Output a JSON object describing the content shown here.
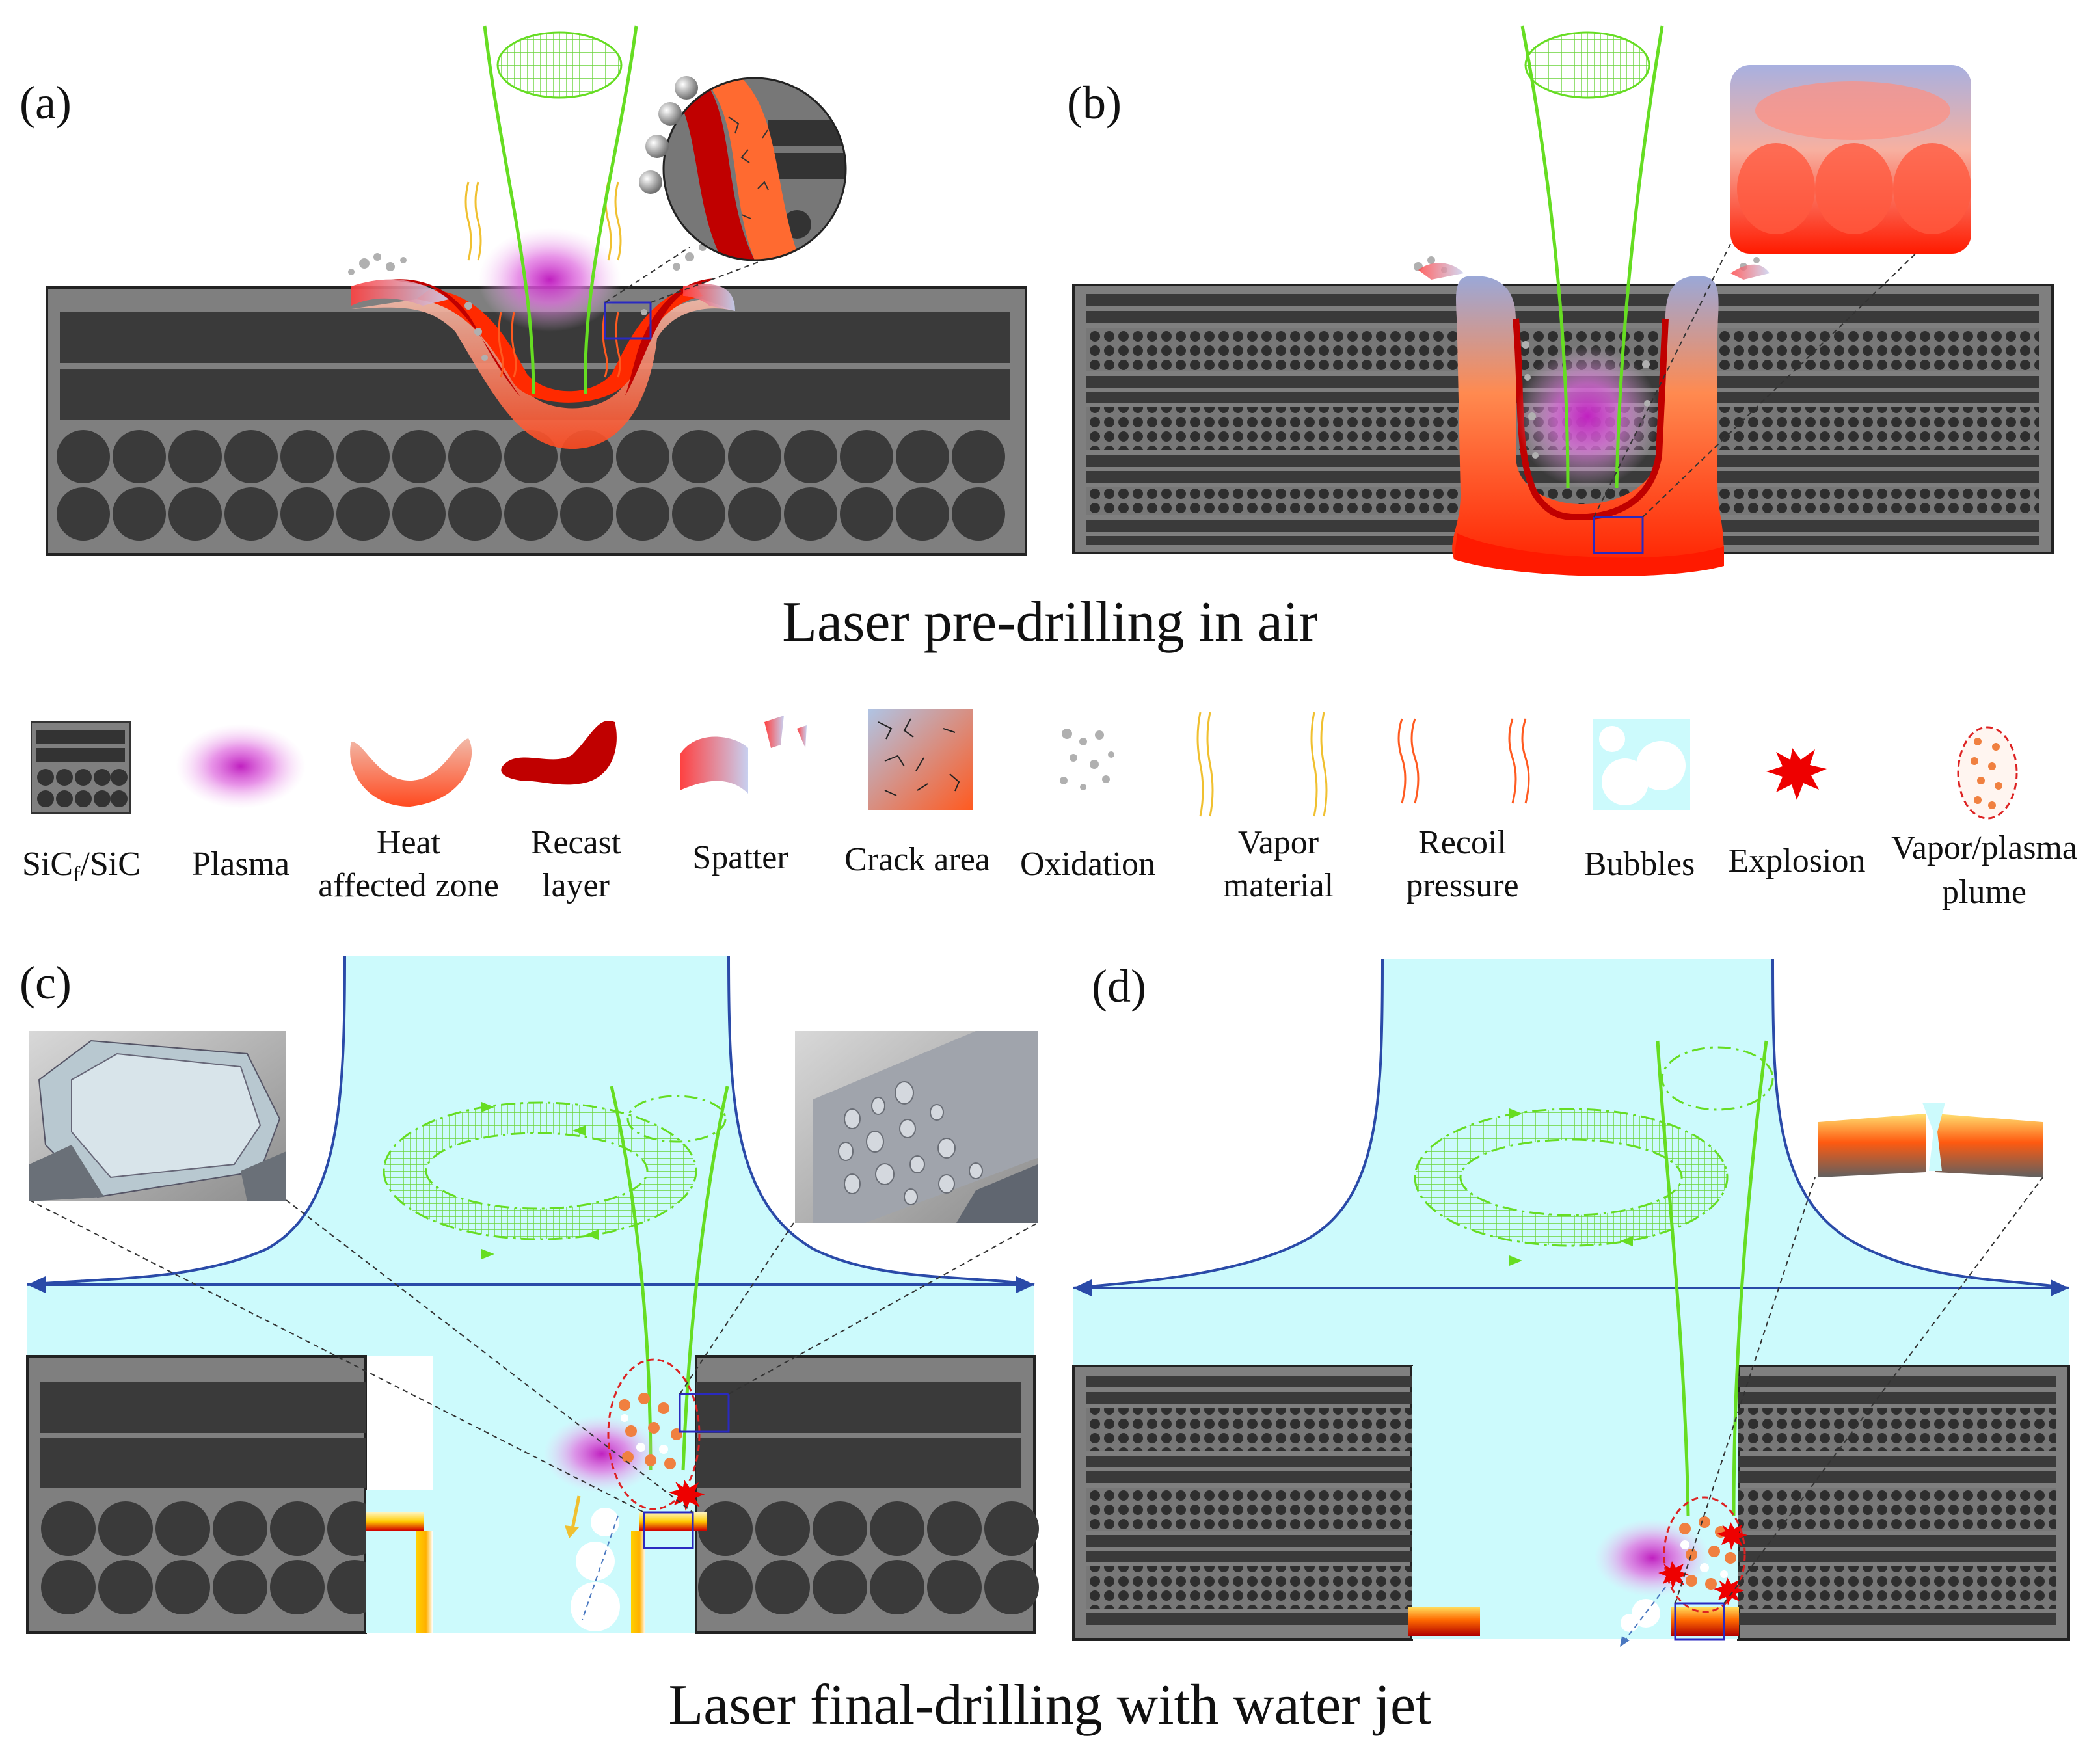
{
  "panels": {
    "a": "(a)",
    "b": "(b)",
    "c": "(c)",
    "d": "(d)"
  },
  "captions": {
    "top": "Laser pre-drilling in air",
    "bottom": "Laser final-drilling with water jet"
  },
  "legend": [
    {
      "id": "sic",
      "line1": "SiC",
      "sub": "f",
      "line1b": "/SiC",
      "line2": ""
    },
    {
      "id": "plasma",
      "line1": "Plasma",
      "line2": ""
    },
    {
      "id": "haz",
      "line1": "Heat",
      "line2": "affected zone"
    },
    {
      "id": "recast",
      "line1": "Recast",
      "line2": "layer"
    },
    {
      "id": "spatter",
      "line1": "Spatter",
      "line2": ""
    },
    {
      "id": "crack",
      "line1": "Crack area",
      "line2": ""
    },
    {
      "id": "oxidation",
      "line1": "Oxidation",
      "line2": ""
    },
    {
      "id": "vapor",
      "line1": "Vapor",
      "line2": "material"
    },
    {
      "id": "recoil",
      "line1": "Recoil",
      "line2": "pressure"
    },
    {
      "id": "bubbles",
      "line1": "Bubbles",
      "line2": ""
    },
    {
      "id": "explosion",
      "line1": "Explosion",
      "line2": ""
    },
    {
      "id": "plume",
      "line1": "Vapor/plasma",
      "line2": "plume"
    }
  ],
  "colors": {
    "substrate": "#7f7f7f",
    "fiber": "#3a3a3a",
    "water": "#ccfafc",
    "laser": "#66dd22",
    "plasma": "#cc33cc",
    "recast": "#c00000",
    "haz": "#ff3300",
    "waterline": "#2a4aa8"
  }
}
